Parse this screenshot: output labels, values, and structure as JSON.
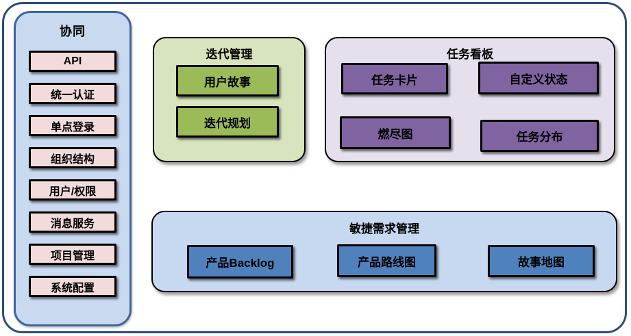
{
  "colors": {
    "frame_border": "#2B4D7E",
    "sidebar_bg": "#C9D9F0",
    "sidebar_border": "#41659C",
    "sidebar_item_bg": "#F2DCDB",
    "iteration_container_bg": "#D7E4BD",
    "iteration_item_bg": "#9BBB59",
    "kanban_container_bg": "#E5E0EC",
    "kanban_item_bg": "#8064A2",
    "agile_container_bg": "#C6D9F1",
    "agile_item_bg": "#4F81BD",
    "item_border": "#000000",
    "text": "#000000"
  },
  "sidebar": {
    "title": "协同",
    "items": [
      {
        "label": "API"
      },
      {
        "label": "统一认证"
      },
      {
        "label": "单点登录"
      },
      {
        "label": "组织结构"
      },
      {
        "label": "用户/权限"
      },
      {
        "label": "消息服务"
      },
      {
        "label": "项目管理"
      },
      {
        "label": "系统配置"
      }
    ]
  },
  "groups": [
    {
      "title": "迭代管理",
      "items": [
        {
          "label": "用户故事"
        },
        {
          "label": "迭代规划"
        }
      ]
    },
    {
      "title": "任务看板",
      "items": [
        {
          "label": "任务卡片"
        },
        {
          "label": "自定义状态"
        },
        {
          "label": "燃尽图"
        },
        {
          "label": "任务分布"
        }
      ]
    },
    {
      "title": "敏捷需求管理",
      "items": [
        {
          "label": "产品Backlog"
        },
        {
          "label": "产品路线图"
        },
        {
          "label": "故事地图"
        }
      ]
    }
  ]
}
